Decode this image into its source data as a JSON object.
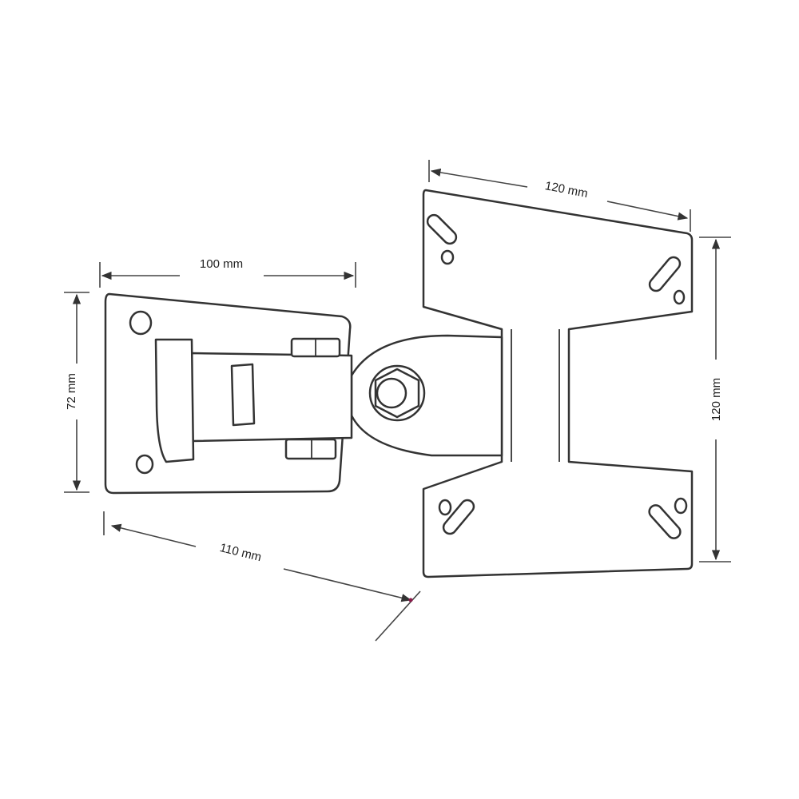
{
  "dimensions": {
    "wall_plate_width": "120 mm",
    "wall_plate_height": "120 mm",
    "vesa_plate_width": "100 mm",
    "vesa_plate_height": "72 mm",
    "extension_depth": "110 mm"
  },
  "colors": {
    "line": "#333333",
    "marker": "#8b1a4a"
  }
}
